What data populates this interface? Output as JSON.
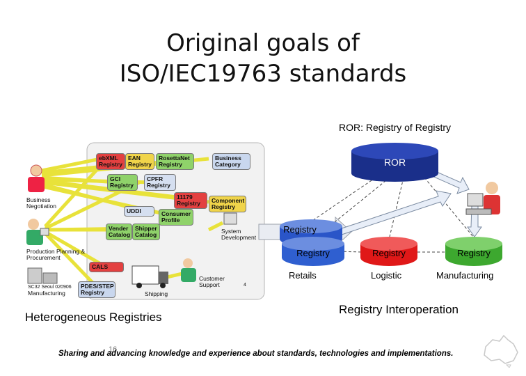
{
  "slide": {
    "title_line1": "Original goals of",
    "title_line2": "ISO/IEC19763 standards",
    "footer": "Sharing and advancing knowledge and experience about standards, technologies and implementations.",
    "page_number": "16"
  },
  "left_cluster": {
    "caption": "Heterogeneous  Registries",
    "registries": [
      {
        "label": "ebXML\nRegistry",
        "color": "#e34040"
      },
      {
        "label": "EAN\nRegistry",
        "color": "#f0d44a"
      },
      {
        "label": "RosettaNet\nRegistry",
        "color": "#8fd26a"
      },
      {
        "label": "Business\nCategory",
        "color": "#c9d7ee"
      },
      {
        "label": "GCI\nRegistry",
        "color": "#8fd26a"
      },
      {
        "label": "CPFR\nRegistry",
        "color": "#d5dff0"
      },
      {
        "label": "11179\nRegistry",
        "color": "#e34040"
      },
      {
        "label": "Component\nRegistry",
        "color": "#f0d44a"
      },
      {
        "label": "UDDI",
        "color": "#d5dff0"
      },
      {
        "label": "Consumer\nProfile",
        "color": "#8fd26a"
      },
      {
        "label": "Vender\nCatalog",
        "color": "#8fd26a"
      },
      {
        "label": "Shipper\nCatalog",
        "color": "#8fd26a"
      },
      {
        "label": "CALS",
        "color": "#e34040"
      },
      {
        "label": "PDES/STEP\nRegistry",
        "color": "#c9d7ee"
      }
    ],
    "actors": [
      {
        "label": "Business\nNegotiation"
      },
      {
        "label": "Production Planning &\nProcurement"
      },
      {
        "label": "System\nDevelopment"
      },
      {
        "label": "Manufacturing"
      },
      {
        "label": "Shipping"
      },
      {
        "label": "Customer\nSupport"
      }
    ],
    "note": "SC32 Seoul 020906",
    "small_num": "4"
  },
  "right_diagram": {
    "heading": "ROR: Registry of Registry",
    "ror_label": "ROR",
    "registry_top": "Registry",
    "registries": [
      {
        "label": "Registry",
        "color": "#2f5fd0",
        "caption": "Retails"
      },
      {
        "label": "Registry",
        "color": "#e01818",
        "caption": "Logistic"
      },
      {
        "label": "Registry",
        "color": "#3da82f",
        "caption": "Manufacturing"
      }
    ],
    "caption": "Registry Interoperation"
  }
}
